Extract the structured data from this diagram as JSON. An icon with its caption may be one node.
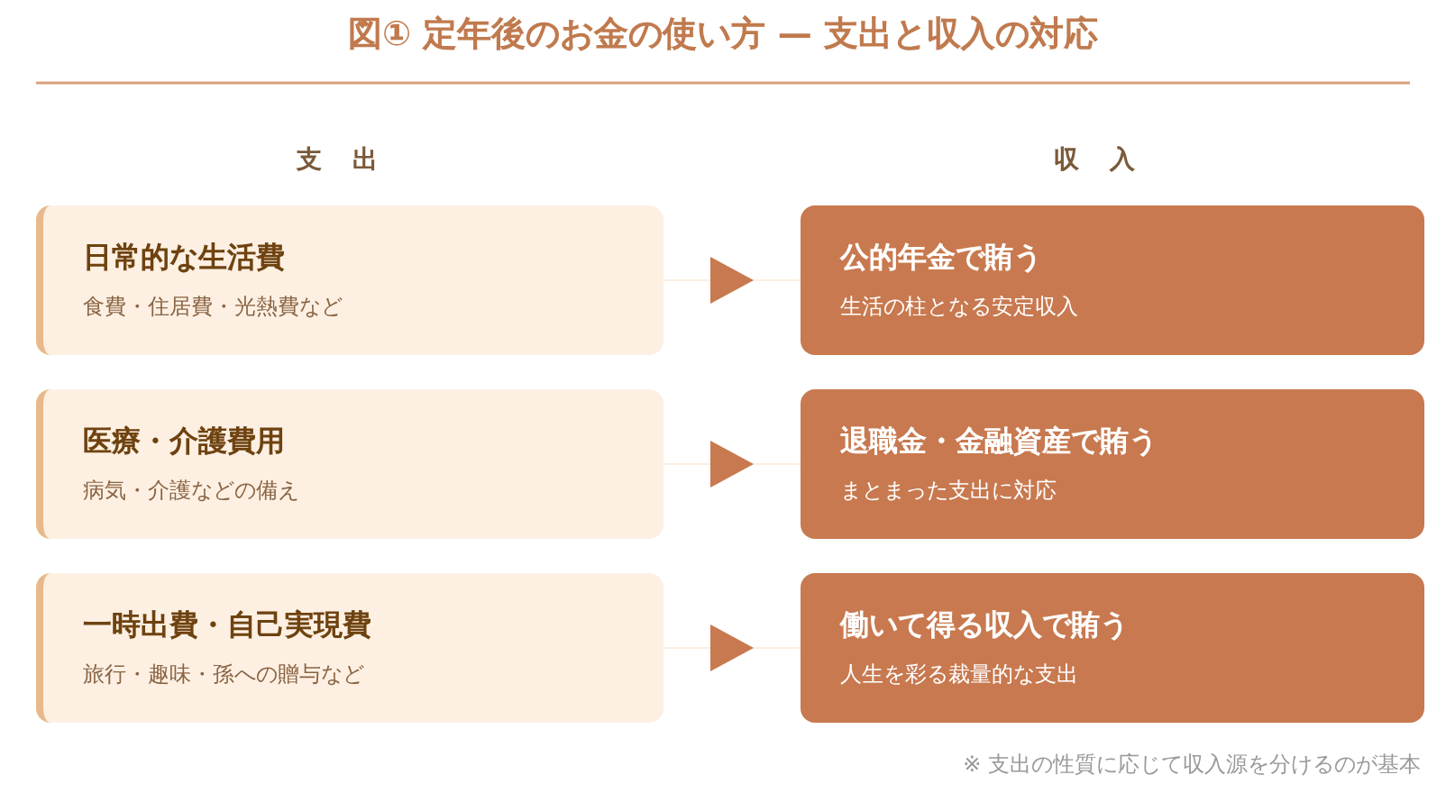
{
  "diagram": {
    "title": "図① 定年後のお金の使い方 — 支出と収入の対応",
    "nodes": [
      {
        "text": [
          "日常的な生活費",
          "食費・住居費・光熱費など"
        ]
      },
      {
        "text": [
          "公的年金で賄う",
          "生活の柱となる安定収入"
        ]
      },
      {
        "text": [
          "医療・介護費用",
          "病気・介護などの備え"
        ]
      },
      {
        "text": [
          "退職金・金融資産で賄う",
          "まとまった支出に対応"
        ]
      },
      {
        "text": [
          "一時出費・自己実現費",
          "旅行・趣味・孫への贈与など"
        ]
      },
      {
        "text": [
          "働いて得る収入で賄う",
          "人生を彩る裁量的な支出"
        ]
      }
    ],
    "edges": [
      {
        "from": 0,
        "to": 1,
        "arrow": "to"
      },
      {
        "from": 2,
        "to": 3,
        "arrow": "to"
      },
      {
        "from": 4,
        "to": 5,
        "arrow": "to"
      }
    ],
    "labels": [
      "支 出",
      "収 入",
      "※ 支出の性質に応じて収入源を分けるのが基本"
    ]
  }
}
